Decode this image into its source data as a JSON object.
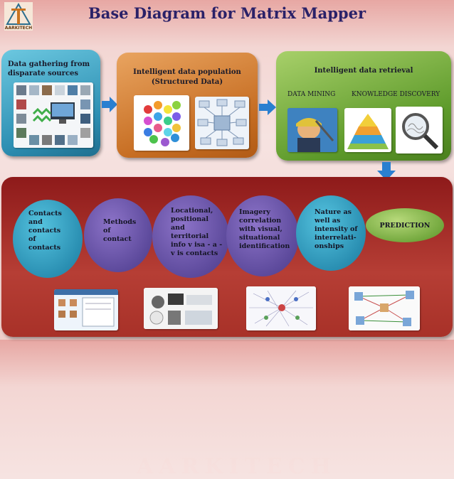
{
  "header": {
    "logo_text": "AARKITECH",
    "title": "Base Diagram for Matrix Mapper"
  },
  "stage1": {
    "label_line1": "Data gathering from",
    "label_line2": "disparate sources"
  },
  "stage2": {
    "label_line1": "Intelligent data population",
    "label_line2": "(Structured Data)"
  },
  "stage3": {
    "label": "Intelligent data retrieval",
    "sub_left": "DATA MINING",
    "sub_right": "KNOWLEDGE  DISCOVERY"
  },
  "bottom": {
    "items": [
      {
        "lines": [
          "Contacts",
          "and",
          "contacts",
          "of",
          "contacts"
        ]
      },
      {
        "lines": [
          "Methods",
          "of",
          "contact"
        ]
      },
      {
        "lines": [
          "Locational,",
          "positional",
          "and",
          "territorial",
          "info v isa - a -",
          "v is contacts"
        ]
      },
      {
        "lines": [
          "Imagery",
          "correlation",
          "with visual,",
          "situational",
          "identification"
        ]
      },
      {
        "lines": [
          "Nature as",
          "well as",
          "intensity of",
          "interrelati-",
          "onships"
        ]
      },
      {
        "lines": [
          "PREDICTION"
        ]
      }
    ],
    "watermark": "AARKITECH"
  },
  "colors": {
    "title": "#2a2168",
    "arrow": "#2a7fd0",
    "stage1": "#2d8fb3",
    "stage2": "#c66d22",
    "stage3": "#5d9a2a",
    "bottom": "#a83128"
  }
}
